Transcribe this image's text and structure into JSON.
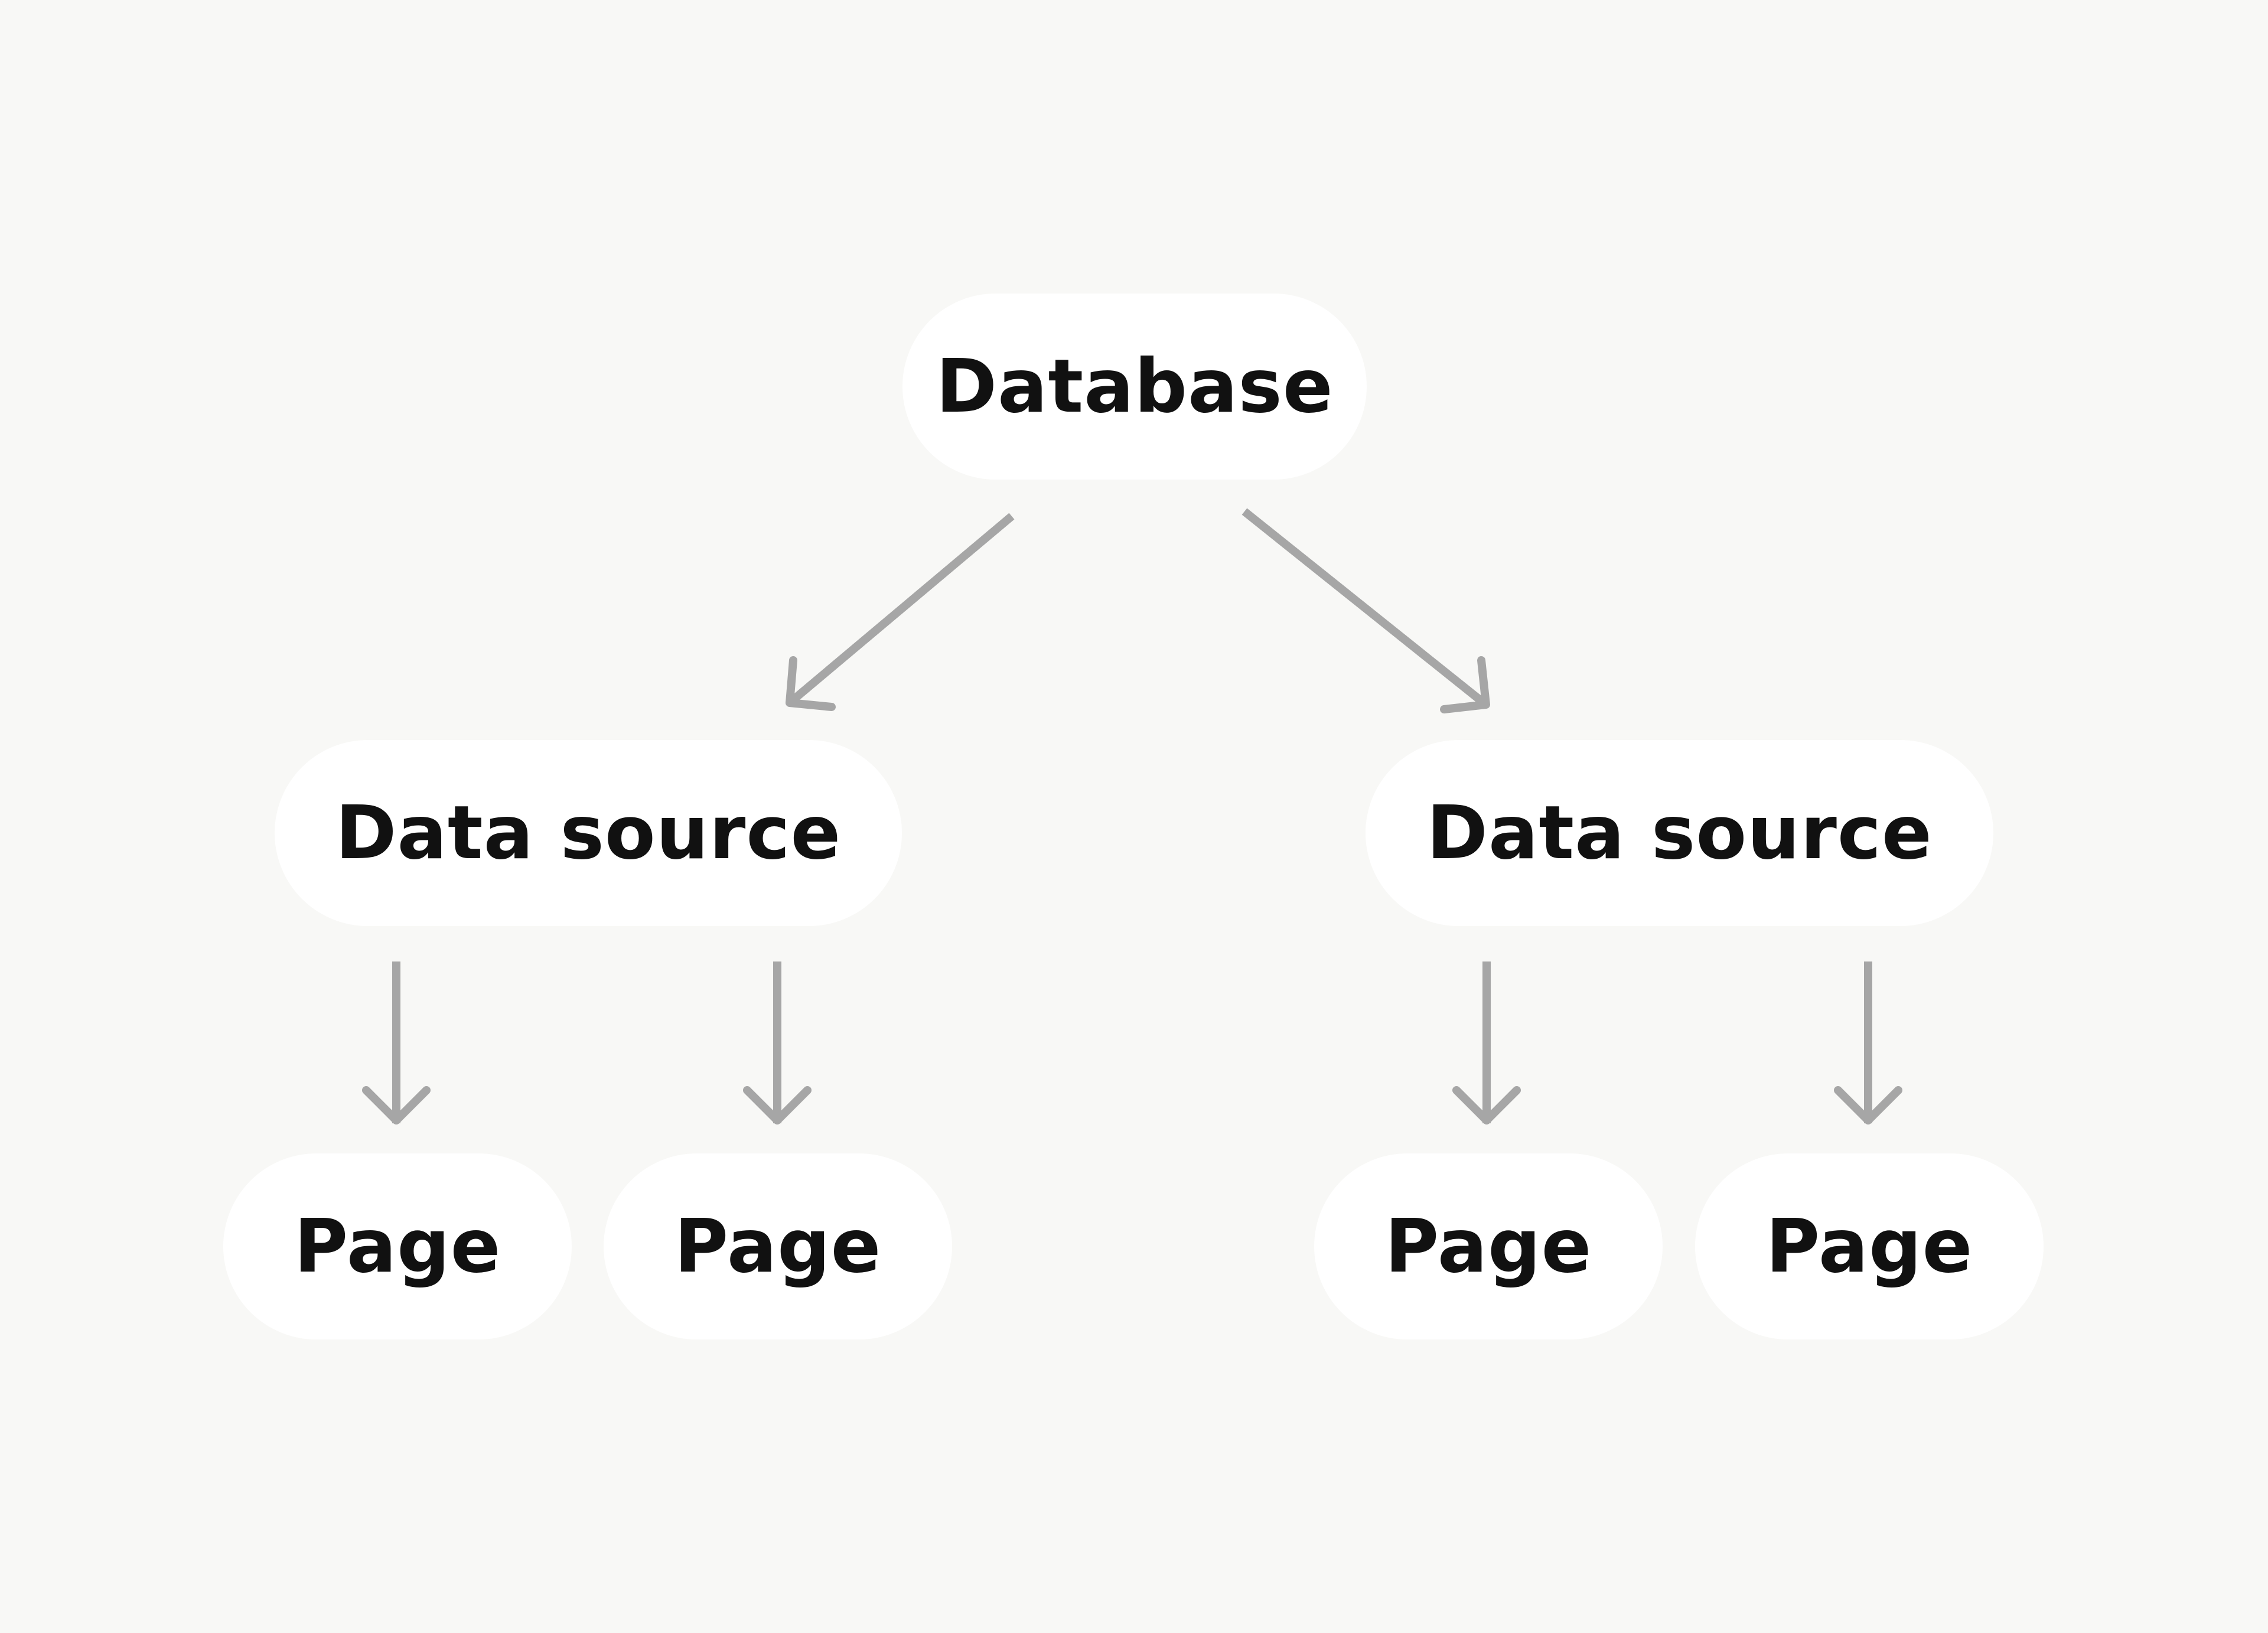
{
  "diagram": {
    "colors": {
      "background": "#f8f8f6",
      "node_fill": "#ffffff",
      "node_text": "#111111",
      "arrow": "#a6a6a6"
    },
    "root": {
      "label": "Database"
    },
    "sources": [
      {
        "label": "Data source",
        "pages": [
          {
            "label": "Page"
          },
          {
            "label": "Page"
          }
        ]
      },
      {
        "label": "Data source",
        "pages": [
          {
            "label": "Page"
          },
          {
            "label": "Page"
          }
        ]
      }
    ]
  }
}
